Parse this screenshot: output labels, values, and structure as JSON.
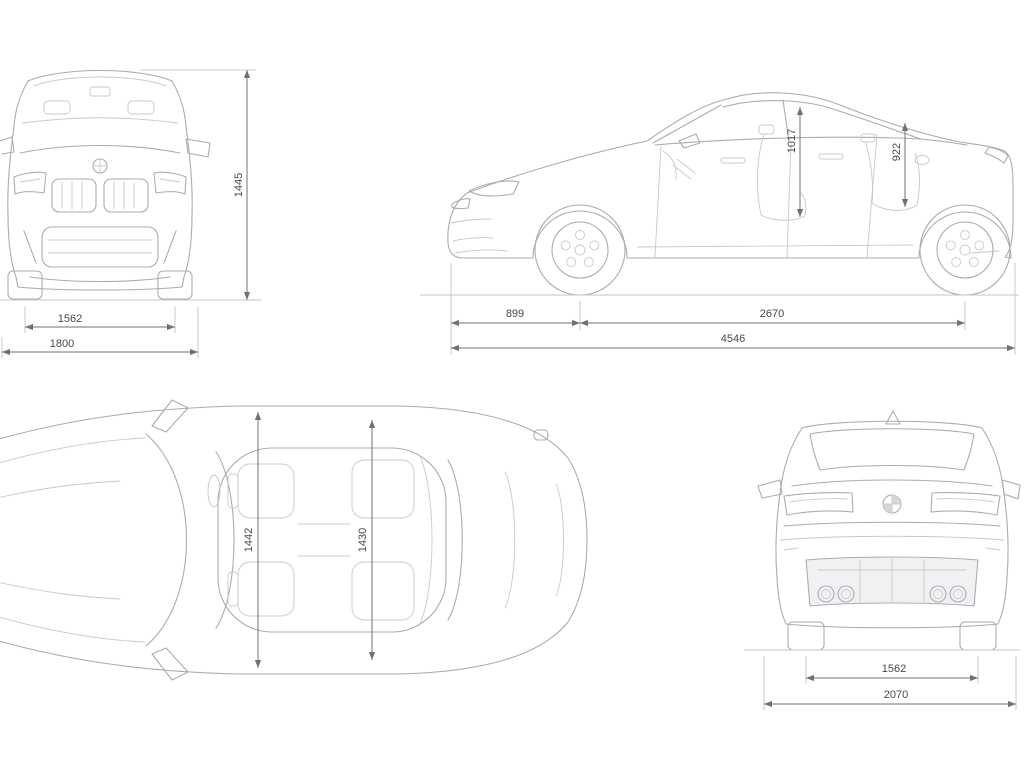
{
  "colors": {
    "line_art": "#a9acb0",
    "line_detail": "#c6c9cc",
    "dimension_line": "#6e7276",
    "dimension_text": "#45484c",
    "background": "#ffffff"
  },
  "views": {
    "front": {
      "height": "1445",
      "track": "1562",
      "overall_width": "1800"
    },
    "side": {
      "interior_height_front": "1017",
      "interior_height_rear": "922",
      "front_overhang": "899",
      "wheelbase": "2670",
      "overall_length": "4546"
    },
    "top": {
      "interior_width_front": "1442",
      "interior_width_rear": "1430"
    },
    "rear": {
      "track": "1562",
      "overall_width": "2070"
    }
  }
}
